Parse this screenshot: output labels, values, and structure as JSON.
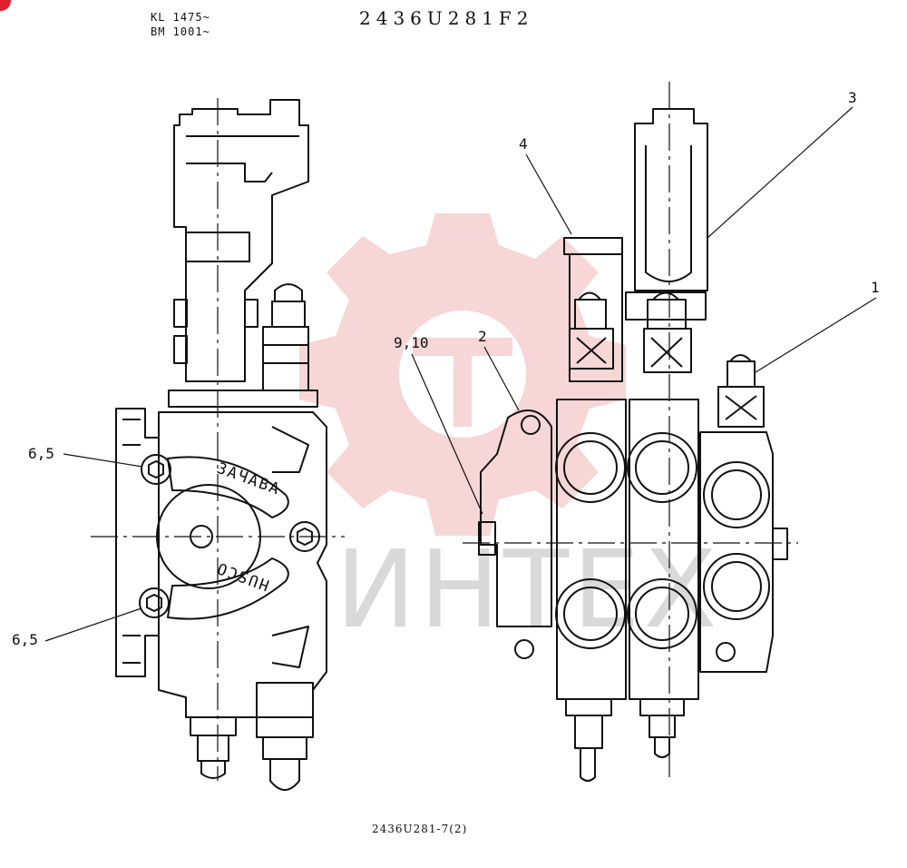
{
  "header": {
    "serial_1": "KL 1475~",
    "serial_2": "BM 1001~",
    "part_number": "2436U281F2"
  },
  "footer": {
    "drawing_ref": "2436U281-7(2)"
  },
  "watermark": {
    "text": "ИНТЕХ",
    "color": "#e8a0a0"
  },
  "callouts": {
    "c1": "1",
    "c2": "2",
    "c3": "3",
    "c4": "4",
    "c9_10": "9,10",
    "c6_5_top": "6,5",
    "c6_5_bottom": "6,5"
  },
  "stamps": {
    "top": "ЗАЧАВА",
    "bottom": "HUSCO"
  },
  "colors": {
    "line": "#111111",
    "corner_mark": "#e0202a",
    "watermark_gear": "#f6d2d2"
  }
}
